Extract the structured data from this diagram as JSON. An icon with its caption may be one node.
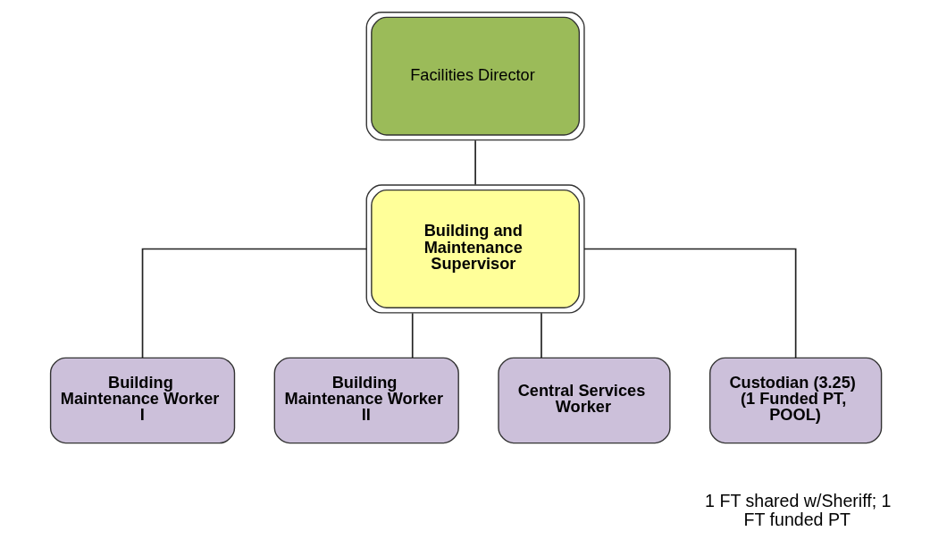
{
  "diagram": {
    "nodes": [
      {
        "text": [
          "Facilities Director"
        ]
      },
      {
        "text": [
          "Building and Maintenance Supervisor"
        ]
      },
      {
        "text": [
          "Building Maintenance Worker I"
        ]
      },
      {
        "text": [
          "Building Maintenance Worker II"
        ]
      },
      {
        "text": [
          "Central Services Worker"
        ]
      },
      {
        "text": [
          "Custodian (3.25) (1 Funded PT, POOL)"
        ]
      }
    ],
    "edges": [
      {
        "from": 0,
        "to": 1,
        "arrow": "none"
      },
      {
        "from": 1,
        "to": 2,
        "arrow": "none"
      },
      {
        "from": 1,
        "to": 3,
        "arrow": "none"
      },
      {
        "from": 1,
        "to": 4,
        "arrow": "none"
      },
      {
        "from": 1,
        "to": 5,
        "arrow": "none"
      }
    ],
    "labels": [
      "1 FT shared w/Sheriff; 1 FT funded PT"
    ]
  }
}
